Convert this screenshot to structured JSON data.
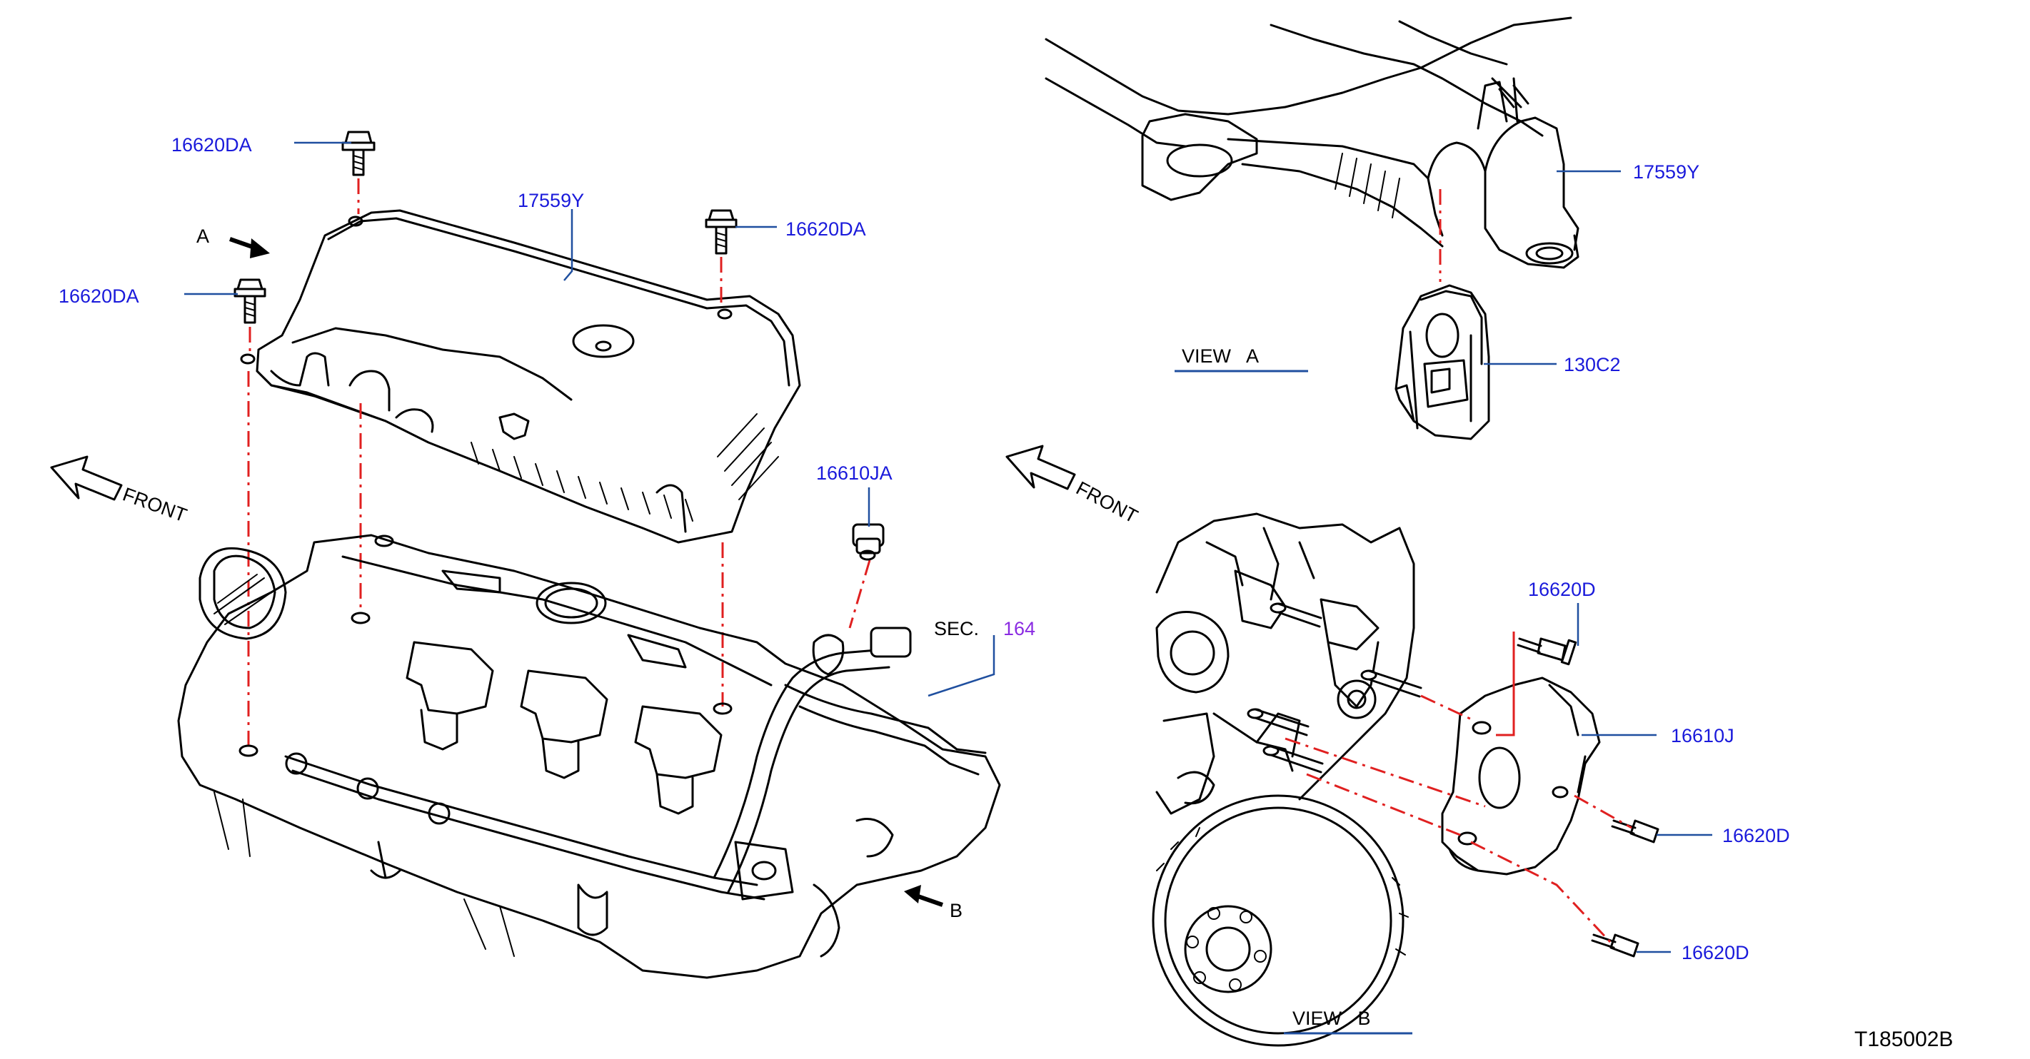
{
  "labels": {
    "bolt_16620da_top": "16620DA",
    "bolt_16620da_left": "16620DA",
    "bolt_16620da_right": "16620DA",
    "cover_17559y_main": "17559Y",
    "part_16610ja": "16610JA",
    "sec_prefix": "SEC.",
    "sec_number": "164",
    "arrow_a": "A",
    "arrow_b": "B",
    "front_left": "FRONT",
    "front_right": "FRONT",
    "cover_17559y_view_a": "17559Y",
    "part_130c2": "130C2",
    "view_a": "VIEW   A",
    "bolt_16620d_top": "16620D",
    "part_16610j": "16610J",
    "bolt_16620d_mid": "16620D",
    "bolt_16620d_bottom": "16620D",
    "view_b": "VIEW   B",
    "figure_code": "T185002B"
  },
  "colors": {
    "part_number_text": "#1a1adb",
    "section_number_text": "#8a2be2",
    "leader_line": "#1f4f9f",
    "centerline": "#e02020",
    "line_art": "#000000"
  }
}
